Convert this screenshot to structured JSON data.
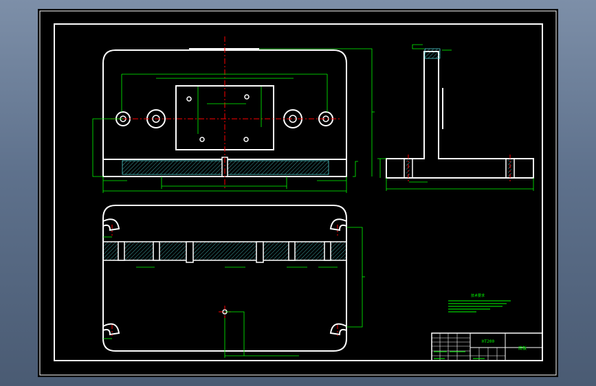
{
  "drawing": {
    "background": "#000000",
    "colors": {
      "outline": "#ffffff",
      "dimension": "#00ff00",
      "centerline": "#ff0000",
      "hatch": "#4fd0d0",
      "note": "#00ff00"
    },
    "title_block": {
      "material": "HT200",
      "part_name": "底板",
      "hint_rows": 4
    },
    "notes_heading": "技术要求",
    "notes_lines": 5
  }
}
